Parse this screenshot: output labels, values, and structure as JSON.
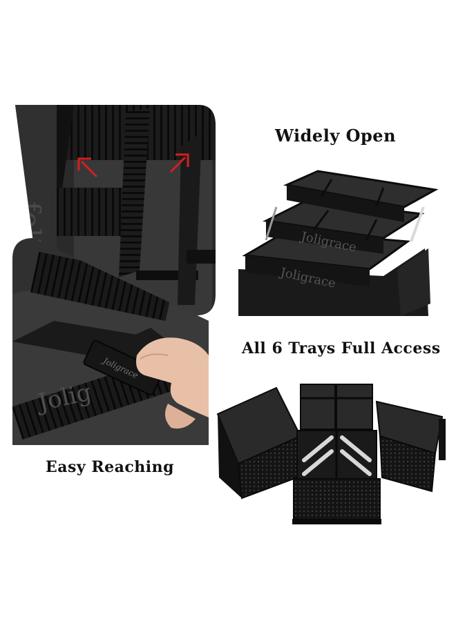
{
  "captions": {
    "widely_open": "Widely Open",
    "all_trays": "All 6 Trays Full Access",
    "easy_reaching": "Easy Reaching"
  },
  "brand_marks": {
    "divider_logo": "Joligrace",
    "tray_script": "Joligrace"
  },
  "colors": {
    "background": "#ffffff",
    "case_black": "#141414",
    "tray_gray": "#2e2e2e",
    "felt_gray": "#3a3a3a",
    "hinge_silver": "#d8d8d8",
    "arrow_red": "#d42020",
    "skin": "#e8c0a8"
  }
}
